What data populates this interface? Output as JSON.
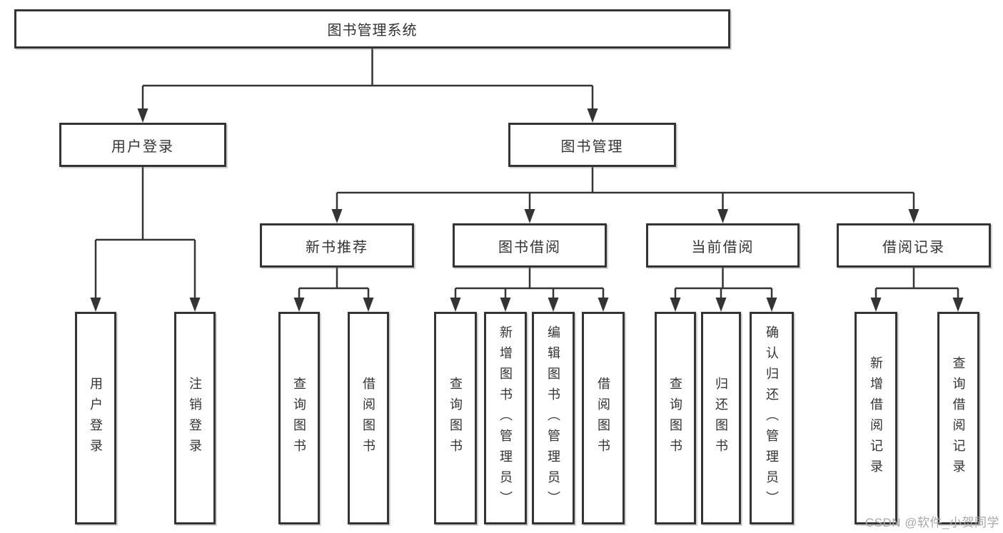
{
  "diagram": {
    "root": {
      "label": "图书管理系统"
    },
    "level2": [
      {
        "label": "用户登录"
      },
      {
        "label": "图书管理"
      }
    ],
    "level3": [
      {
        "label": "新书推荐"
      },
      {
        "label": "图书借阅"
      },
      {
        "label": "当前借阅"
      },
      {
        "label": "借阅记录"
      }
    ],
    "leaves": {
      "user_login": [
        "用户登录",
        "注销登录"
      ],
      "new_book": [
        "查询图书",
        "借阅图书"
      ],
      "book_borrow": [
        "查询图书",
        "新增图书（管理员）",
        "编辑图书（管理员）",
        "借阅图书"
      ],
      "current_borrow": [
        "查询图书",
        "归还图书",
        "确认归还（管理员）"
      ],
      "borrow_record": [
        "新增借阅记录",
        "查询借阅记录"
      ]
    }
  },
  "watermark": "CSDN @软件_小贺同学",
  "colors": {
    "line": "#343434",
    "text": "#333333",
    "watermark": "#a8a8a8",
    "background": "#ffffff"
  }
}
